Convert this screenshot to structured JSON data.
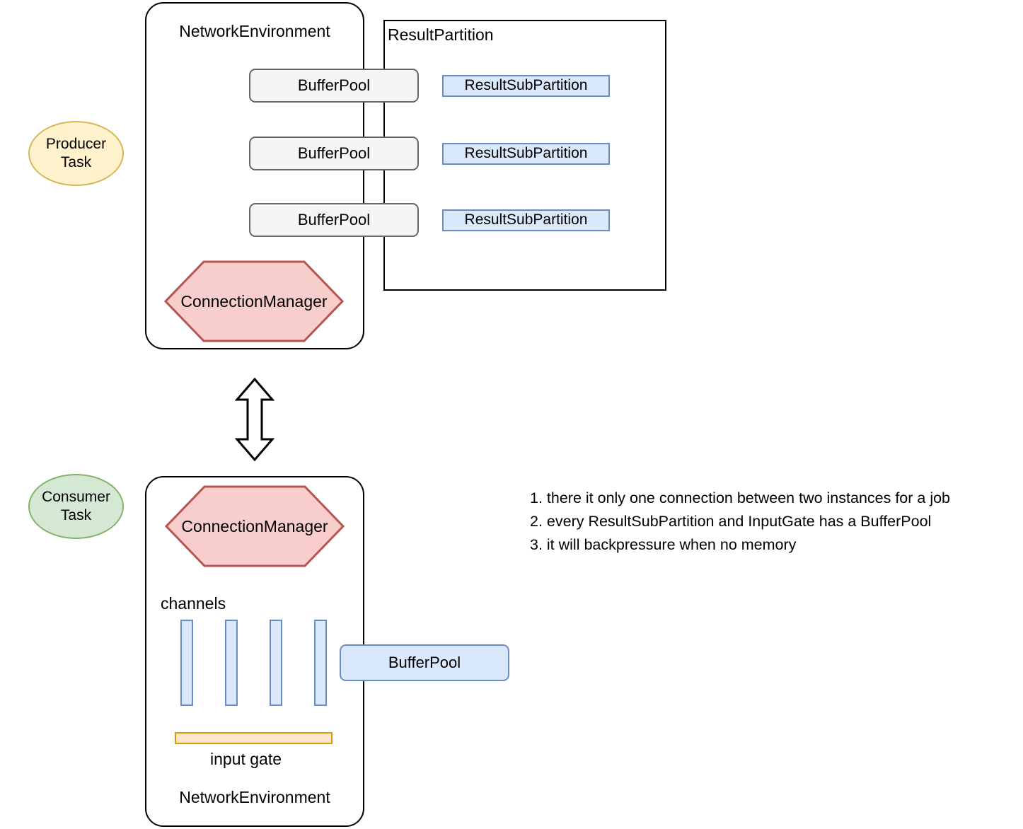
{
  "diagram": {
    "title": "Flink Network Stack: Producer / Consumer Task data flow",
    "colors": {
      "bufferpool_grey_fill": "#f5f5f5",
      "bufferpool_grey_stroke": "#666666",
      "blue_fill": "#dae8fc",
      "blue_stroke": "#6c8ebf",
      "red_fill": "#f8cecc",
      "red_stroke": "#b85450",
      "yellow_fill": "#fff2cc",
      "yellow_stroke": "#d6b656",
      "green_fill": "#d5e8d4",
      "green_stroke": "#82b366",
      "orange_fill": "#ffe6cc",
      "orange_stroke": "#d79b00",
      "outline_black": "#000000"
    }
  },
  "producer": {
    "task_label_line1": "Producer",
    "task_label_line2": "Task",
    "network_environment_label": "NetworkEnvironment",
    "result_partition_label": "ResultPartition",
    "buffer_pools": [
      {
        "label": "BufferPool"
      },
      {
        "label": "BufferPool"
      },
      {
        "label": "BufferPool"
      }
    ],
    "sub_partitions": [
      {
        "label": "ResultSubPartition"
      },
      {
        "label": "ResultSubPartition"
      },
      {
        "label": "ResultSubPartition"
      }
    ],
    "connection_manager_label": "ConnectionManager"
  },
  "link": {
    "arrow_name": "bidirectional-vertical-arrow"
  },
  "consumer": {
    "task_label_line1": "Consumer",
    "task_label_line2": "Task",
    "connection_manager_label": "ConnectionManager",
    "channels_label": "channels",
    "channels": [
      {
        "index": 1
      },
      {
        "index": 2
      },
      {
        "index": 3
      },
      {
        "index": 4
      }
    ],
    "buffer_pool_label": "BufferPool",
    "input_gate_label": "input gate",
    "network_environment_label": "NetworkEnvironment"
  },
  "notes": {
    "lines": [
      "1. there it only one connection between two instances for a job",
      "2. every ResultSubPartition and InputGate has a BufferPool",
      "3. it will backpressure when no memory"
    ]
  }
}
